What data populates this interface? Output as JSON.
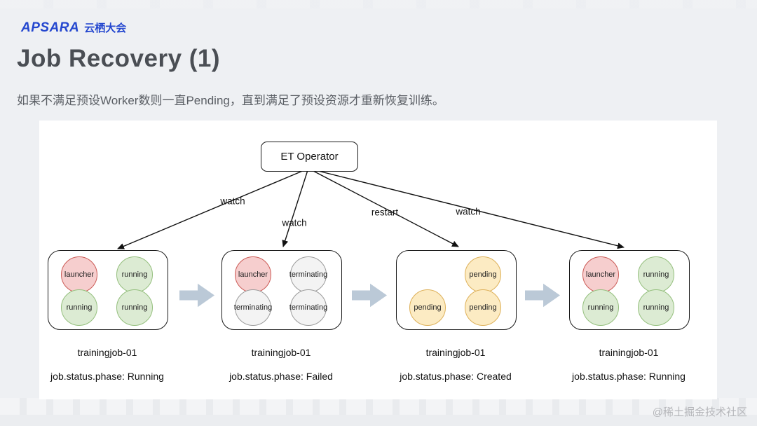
{
  "header": {
    "logo": {
      "brand": "APSARA",
      "event": "云栖大会"
    },
    "title": "Job Recovery (1)",
    "subtitle": "如果不满足预设Worker数则一直Pending，直到满足了预设资源才重新恢复训练。"
  },
  "diagram": {
    "operator": {
      "label": "ET Operator"
    },
    "edges": [
      {
        "label": "watch"
      },
      {
        "label": "watch"
      },
      {
        "label": "restart"
      },
      {
        "label": "watch"
      }
    ],
    "groups": [
      {
        "name": "trainingjob-01",
        "status": "job.status.phase: Running",
        "pods": [
          {
            "label": "launcher",
            "state": "launcher"
          },
          {
            "label": "running",
            "state": "running"
          },
          {
            "label": "running",
            "state": "running"
          },
          {
            "label": "running",
            "state": "running"
          }
        ]
      },
      {
        "name": "trainingjob-01",
        "status": "job.status.phase: Failed",
        "pods": [
          {
            "label": "launcher",
            "state": "launcher"
          },
          {
            "label": "terminating",
            "state": "terminating"
          },
          {
            "label": "terminating",
            "state": "terminating"
          },
          {
            "label": "terminating",
            "state": "terminating"
          }
        ]
      },
      {
        "name": "trainingjob-01",
        "status": "job.status.phase: Created",
        "pods": [
          {
            "label": "",
            "state": "empty"
          },
          {
            "label": "pending",
            "state": "pending"
          },
          {
            "label": "pending",
            "state": "pending"
          },
          {
            "label": "pending",
            "state": "pending"
          }
        ]
      },
      {
        "name": "trainingjob-01",
        "status": "job.status.phase: Running",
        "pods": [
          {
            "label": "launcher",
            "state": "launcher"
          },
          {
            "label": "running",
            "state": "running"
          },
          {
            "label": "running",
            "state": "running"
          },
          {
            "label": "running",
            "state": "running"
          }
        ]
      }
    ]
  },
  "colors": {
    "accent_blue": "#2447cf",
    "launcher_fill": "#f6cece",
    "launcher_border": "#cb5a55",
    "running_fill": "#dcebd3",
    "running_border": "#94bf7d",
    "terminating_fill": "#f3f3f3",
    "terminating_border": "#9b9b9b",
    "pending_fill": "#fcebc3",
    "pending_border": "#ddb059",
    "flow_arrow": "#bbc9d7",
    "panel_bg": "#ffffff"
  },
  "watermark": "@稀土掘金技术社区"
}
